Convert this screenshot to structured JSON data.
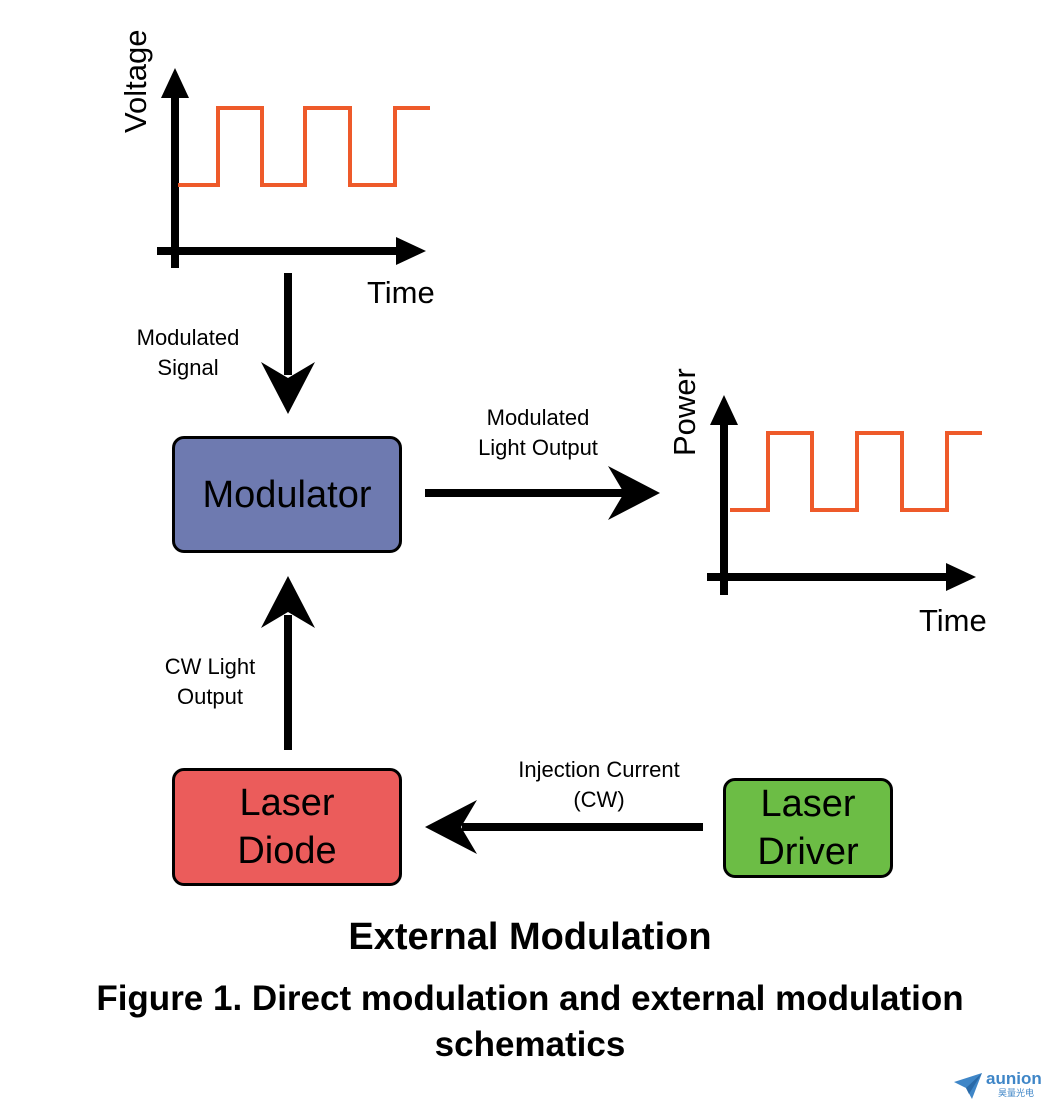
{
  "top_graph": {
    "y_axis_label": "Voltage",
    "x_axis_label": "Time"
  },
  "right_graph": {
    "y_axis_label": "Power",
    "x_axis_label": "Time"
  },
  "labels": {
    "modulated_signal": [
      "Modulated",
      "Signal"
    ],
    "modulated_light_output": [
      "Modulated",
      "Light Output"
    ],
    "cw_light_output": [
      "CW Light",
      "Output"
    ],
    "injection_current": [
      "Injection Current",
      "(CW)"
    ]
  },
  "blocks": {
    "modulator": [
      "Modulator"
    ],
    "laser_diode": [
      "Laser",
      "Diode"
    ],
    "laser_driver": [
      "Laser",
      "Driver"
    ]
  },
  "section_title": "External Modulation",
  "caption": [
    "Figure 1.  Direct modulation and external modulation",
    "schematics"
  ],
  "watermark": {
    "name": "aunion",
    "sub": "昊量光电"
  },
  "colors": {
    "waveform": "#ee5a2a",
    "modulator": "#6e7ab0",
    "laser_diode": "#eb5c5b",
    "laser_driver": "#6cbd45",
    "brand": "#3f86c7"
  }
}
